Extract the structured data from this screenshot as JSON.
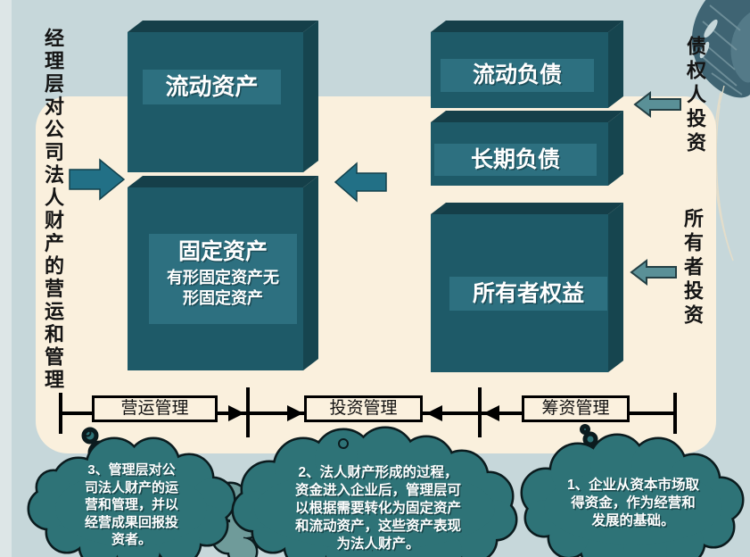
{
  "left_caption": "经理层对公司法人财产的营运和管理",
  "boxes": {
    "current_assets": "流动资产",
    "fixed_assets": "固定资产",
    "fixed_assets_sub": "有形固定资产无\n形固定资产",
    "current_liabilities": "流动负债",
    "long_term_liabilities": "长期负债",
    "owners_equity": "所有者权益"
  },
  "right_captions": {
    "creditor": "债权人投资",
    "owner": "所有者投资"
  },
  "axis": {
    "operations": "营运管理",
    "investment": "投资管理",
    "financing": "筹资管理"
  },
  "notes": {
    "note3": "3、管理层对公\n司法人财产的运\n营和管理，并以\n经营成果回报投\n资者。",
    "note2": "2、法人财产形成的过程，\n资金进入企业后，管理层可\n以根据需要转化为固定资产\n和流动资产，这些资产表现\n为法人财产。",
    "note1": "1、企业从资本市场取\n得资金，作为经营和\n发展的基础。"
  },
  "colors": {
    "background": "#c6d7da",
    "panel": "#faf0dd",
    "box_front": "#1e5a68",
    "box_top": "#153f49",
    "box_side": "#16454f",
    "label_strip": "#2d7080",
    "arrow_teal": "#227086",
    "arrow_sage": "#5a9097",
    "cloud": "#2e7377",
    "cloud_light": "#6f9b9a",
    "leaf": "#3f6473"
  }
}
